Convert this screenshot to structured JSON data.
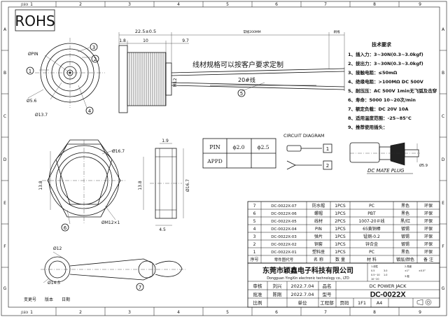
{
  "rohs": "ROHS",
  "border": {
    "top_numbers": [
      "1",
      "2",
      "3",
      "4",
      "5",
      "6",
      "7",
      "8",
      "9"
    ],
    "bottom_numbers": [
      "1",
      "2",
      "3",
      "4",
      "5",
      "6",
      "7",
      "8",
      "9"
    ],
    "left_letters": [
      "A",
      "B",
      "C",
      "D",
      "E",
      "F",
      "G"
    ],
    "right_letters": [
      "A",
      "B",
      "C",
      "D",
      "E",
      "F",
      "G"
    ],
    "code": "J1E0I"
  },
  "dims": {
    "d225": "22.5±0.5",
    "d18": "1.8",
    "d10": "10",
    "d97": "9.7",
    "wire_len": "常规200MM",
    "strip": "剥线",
    "m12": "M12",
    "phi_pin": "ØPIN",
    "phi56": "Ø5.6",
    "phi137": "Ø13.7",
    "phi167a": "Ø16.7",
    "d138a": "13.8",
    "phi167b": "Ø16.7",
    "d138b": "13.8",
    "d19": "1.9",
    "d45": "4.5",
    "m12x1": "ØM12×1",
    "phi12": "Ø12",
    "phi145": "Ø14.5",
    "phi59": "Ø5.9"
  },
  "notes": {
    "wire_custom": "线材规格可以按客户要求定制",
    "wire_label": "20#线"
  },
  "balloons": [
    "1",
    "2",
    "3",
    "4",
    "5",
    "6",
    "7"
  ],
  "pin_table": {
    "r1": [
      "PIN",
      "ϕ2.0",
      "ϕ2.5"
    ],
    "r2": [
      "APPD",
      "",
      ""
    ]
  },
  "circuit": {
    "title": "CIRCUIT DIAGRAM",
    "n1": "1",
    "n2": "2"
  },
  "mate": {
    "label": "DC MATE PLUG"
  },
  "tech": {
    "title": "技术要求",
    "items": [
      "1、插入力：3~30N(0.3~3.0kgf)",
      "2、拔出力：3~30N(0.3~3.0kgf)",
      "3、接触电阻：≤50mΩ",
      "4、绝缘电阻：>100MΩ  DC  500V",
      "5、耐压压：AC  500V  1min无飞弧及击穿",
      "6、寿命：5000 10~20次/min",
      "7、额定负载：DC  20V  10A",
      "8、适用温度范围：-25~85°C",
      "9、推荐使用插头："
    ]
  },
  "bom": {
    "rows": [
      [
        "7",
        "DC-0022X-07",
        "防水帽",
        "1PCS",
        "PC",
        "黑色",
        "环保"
      ],
      [
        "6",
        "DC-0022X-06",
        "螺帽",
        "1PCS",
        "PBT",
        "黑色",
        "环保"
      ],
      [
        "5",
        "DC-0022X-05",
        "线材",
        "2PCS",
        "1007-20＃线",
        "黑/红",
        "环保"
      ],
      [
        "4",
        "DC-0022X-04",
        "PIN",
        "1PCS",
        "65黄铜棒",
        "镀锡",
        "环保"
      ],
      [
        "3",
        "DC-0022X-03",
        "弹片",
        "1PCS",
        "锰钢-0.2",
        "镀锡",
        "环保"
      ],
      [
        "2",
        "DC-0022X-02",
        "铜套",
        "1PCS",
        "锌合金",
        "镀锡",
        "环保"
      ],
      [
        "1",
        "DC-0022X-01",
        "塑料座",
        "1PCS",
        "PC",
        "黑色",
        "环保"
      ]
    ],
    "header": [
      "序号",
      "零件图代号",
      "名 称",
      "数 量",
      "材 料",
      "镀层/颜色",
      "备 注"
    ]
  },
  "title_block": {
    "company_cn": "东莞市颖鑫电子科技有限公司",
    "company_en": "Dongguan YingXin electronic technology co., LTD",
    "tol": [
      "1.线性",
      "0.5",
      "3.0",
      "0.5~10",
      "1.0",
      "10~20",
      "2.角度",
      "±1°",
      "±0.5°",
      "3.粗"
    ],
    "r1": [
      "审核",
      "刘兴",
      "2022.7.04",
      "品名",
      "DC POWER JACK"
    ],
    "r2": [
      "批准",
      "陈刚",
      "2022.7.04",
      "型号",
      "DC-0022X"
    ],
    "r3": [
      "比例",
      "",
      "单位",
      "工程部",
      "页码",
      "1F1",
      "A4"
    ],
    "changes": [
      "变更号",
      "版本",
      "日期"
    ]
  }
}
